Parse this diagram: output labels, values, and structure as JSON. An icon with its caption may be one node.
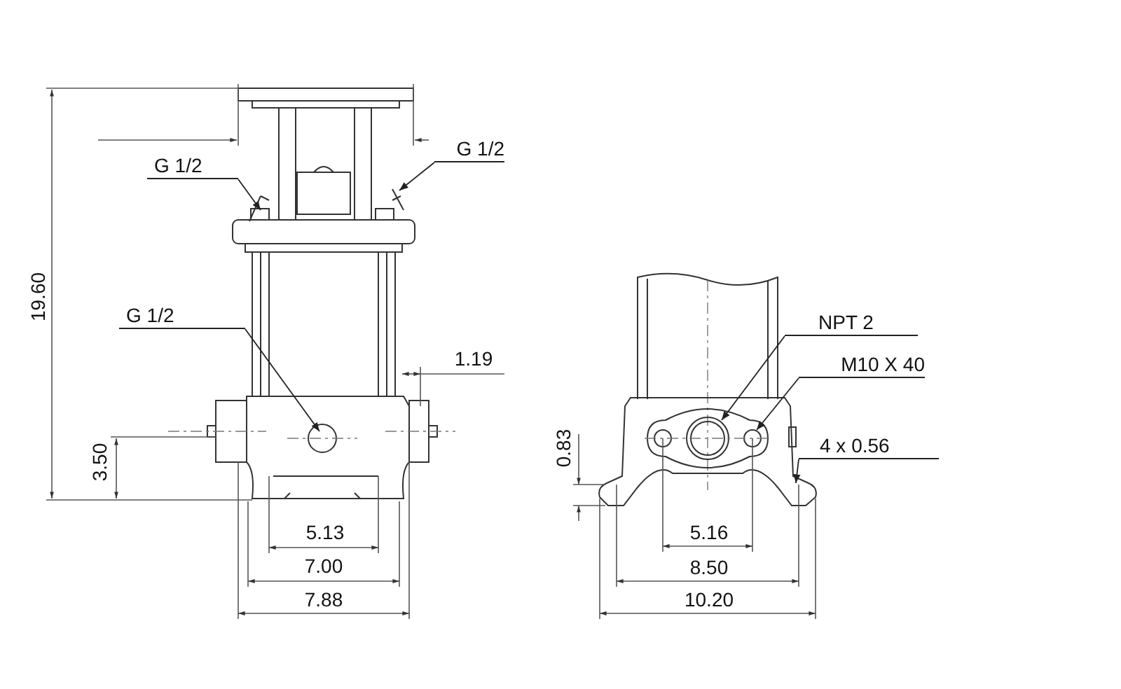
{
  "diagram": {
    "nodes": [
      {
        "text": [
          "G 1/2"
        ]
      },
      {
        "text": [
          "G 1/2"
        ]
      },
      {
        "text": [
          "G 1/2"
        ]
      },
      {
        "text": [
          "NPT 2"
        ]
      },
      {
        "text": [
          "M10 X 40"
        ]
      },
      {
        "text": [
          "4 x 0.56"
        ]
      }
    ],
    "edges": [
      {
        "from": 0,
        "to": null,
        "arrow": "to"
      },
      {
        "from": 1,
        "to": null,
        "arrow": "to"
      },
      {
        "from": 2,
        "to": null,
        "arrow": "to"
      },
      {
        "from": 3,
        "to": null,
        "arrow": "to"
      },
      {
        "from": 4,
        "to": null,
        "arrow": "to"
      },
      {
        "from": 5,
        "to": null,
        "arrow": "to"
      }
    ],
    "labels": [
      "19.60",
      "1.19",
      "3.50",
      "5.13",
      "7.00",
      "7.88",
      "0.83",
      "5.16",
      "8.50",
      "10.20"
    ]
  }
}
